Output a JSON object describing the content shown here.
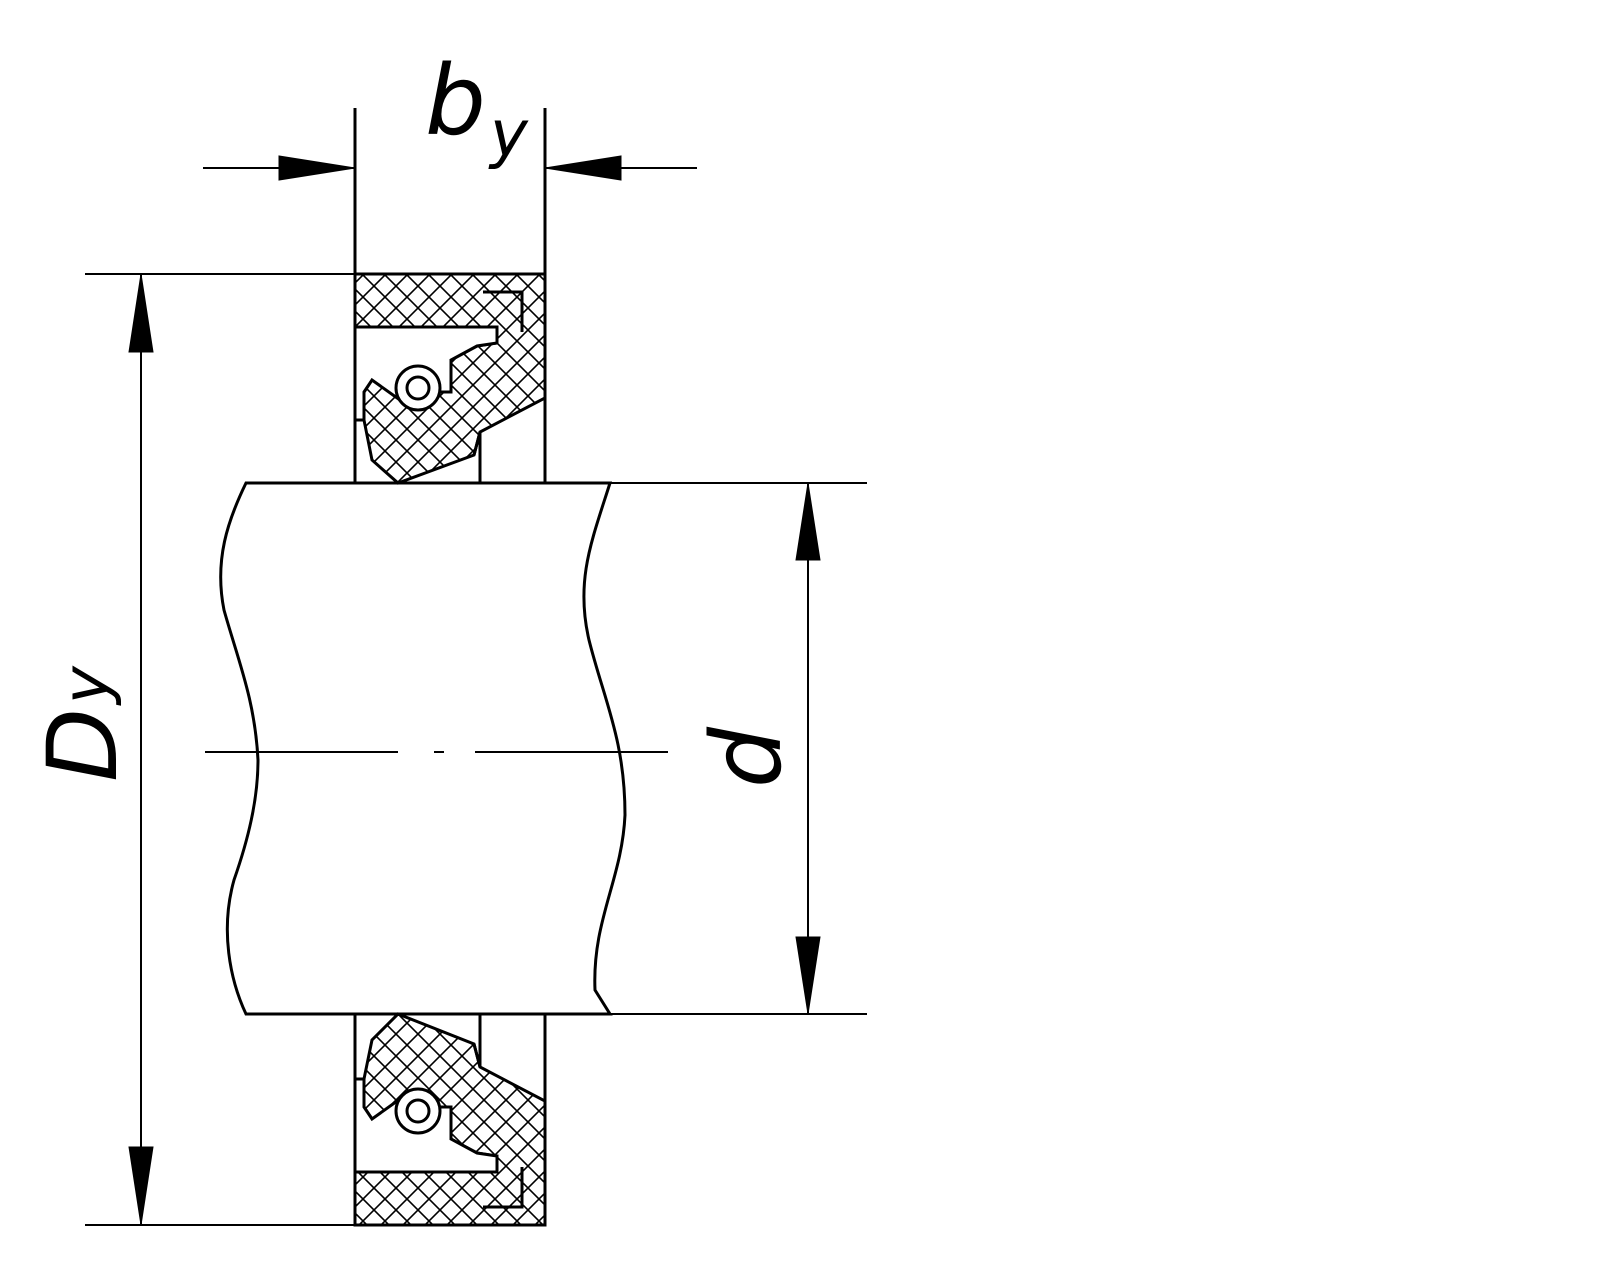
{
  "diagram": {
    "labels": {
      "width": {
        "main": "b",
        "sub": "y"
      },
      "outer_diameter": {
        "main": "D",
        "sub": "y"
      },
      "shaft_diameter": {
        "main": "d"
      }
    },
    "colors": {
      "line": "#000000",
      "background": "#ffffff"
    }
  }
}
